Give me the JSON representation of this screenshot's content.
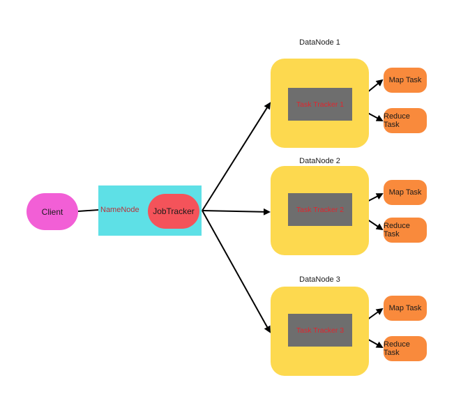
{
  "client": {
    "label": "Client"
  },
  "namenode": {
    "label": "NameNode"
  },
  "jobtracker": {
    "label": "JobTracker"
  },
  "datanodes": [
    {
      "title": "DataNode 1",
      "tracker": "Task Tracker 1",
      "tasks": [
        "Map Task",
        "Reduce Task"
      ]
    },
    {
      "title": "DataNode 2",
      "tracker": "Task Tracker 2",
      "tasks": [
        "Map Task",
        "Reduce Task"
      ]
    },
    {
      "title": "DataNode 3",
      "tracker": "Task Tracker 3",
      "tasks": [
        "Map Task",
        "Reduce Task"
      ]
    }
  ],
  "colors": {
    "client": "#f25fd6",
    "namenode": "#5ee0e6",
    "jobtracker": "#f4535a",
    "datanode": "#fdd94f",
    "tasktracker": "#6e6e6e",
    "tasktracker_text": "#e0262e",
    "task": "#f98a3c"
  }
}
